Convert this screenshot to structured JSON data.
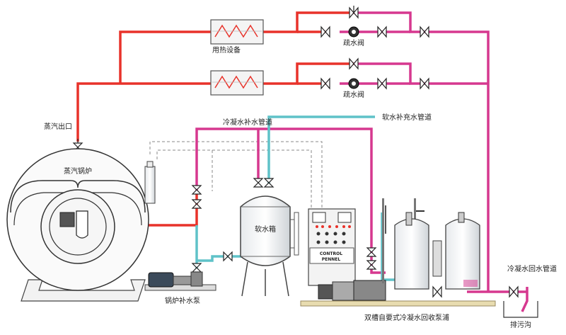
{
  "labels": {
    "equipment_top": "用热设备",
    "trap_top": "疏水阀",
    "trap_mid": "疏水阀",
    "steam_outlet": "蒸汽出口",
    "boiler": "蒸汽锅炉",
    "cold_feed_pipe": "冷凝水补水管道",
    "soft_feed_pipe": "软水补充水管道",
    "soft_tank": "软水箱",
    "boiler_pump": "锅炉补水泵",
    "return_pipe": "冷凝水回水管道",
    "recovery_unit": "双槽自要式冷凝水回收泵浦",
    "drain_trench": "排污沟",
    "panel_line1": "CONTROL",
    "panel_line2": "PENNEL"
  },
  "colors": {
    "steam": "#e8322a",
    "condensate": "#d6388f",
    "softwater": "#5fc2c8",
    "dashed": "#888888"
  }
}
